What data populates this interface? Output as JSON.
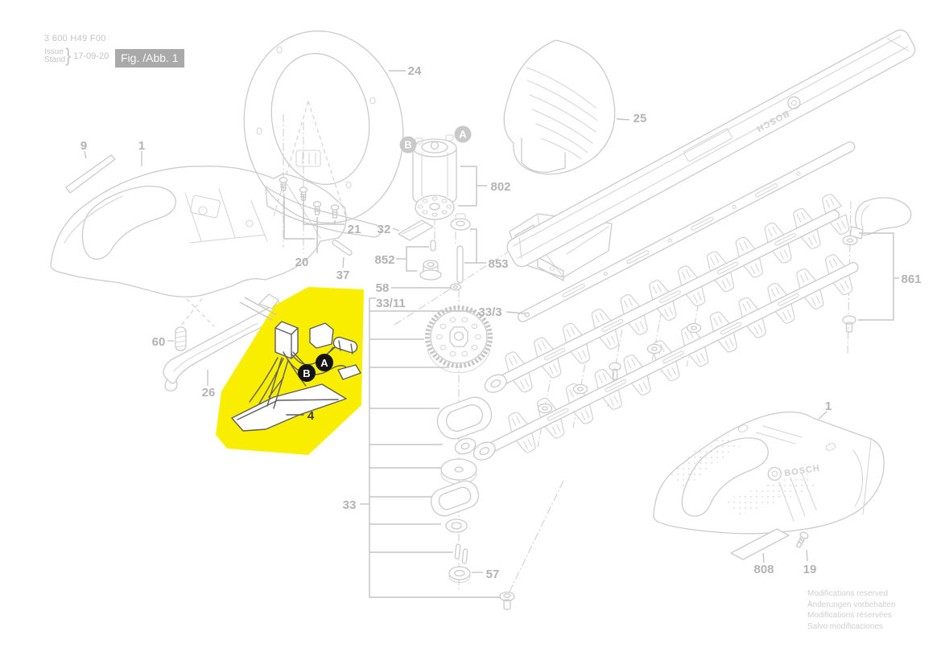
{
  "header": {
    "part_code": "3 600 H49 F00",
    "issue_line1": "Issue",
    "issue_line2": "Stand",
    "issue_brace": "}",
    "issue_date": "17-09-20",
    "figure_label": "Fig. /Abb. 1"
  },
  "brand": "BOSCH",
  "badges": {
    "a": "A",
    "b": "B"
  },
  "labels": {
    "p9": "9",
    "p1_left": "1",
    "p24": "24",
    "p25": "25",
    "p802": "802",
    "p21": "21",
    "p20": "20",
    "p37": "37",
    "p32": "32",
    "p852": "852",
    "p853": "853",
    "p58": "58",
    "p33_11": "33/11",
    "p33_3": "33/3",
    "p861": "861",
    "p60": "60",
    "p26": "26",
    "p4": "4",
    "p33": "33",
    "p57": "57",
    "p1_right": "1",
    "p808": "808",
    "p19": "19"
  },
  "footer": {
    "notes": [
      "Modifications reserved",
      "Änderungen vorbehalten",
      "Modifications réservées",
      "Salvo modificaciones"
    ]
  },
  "colors": {
    "highlight": "#f9ee00",
    "line": "#cbcbcb",
    "label": "#b3b3b3",
    "badge_dark": "#141414",
    "badge_gray": "#c9c9c9",
    "fig_box": "#a9a9a9"
  }
}
